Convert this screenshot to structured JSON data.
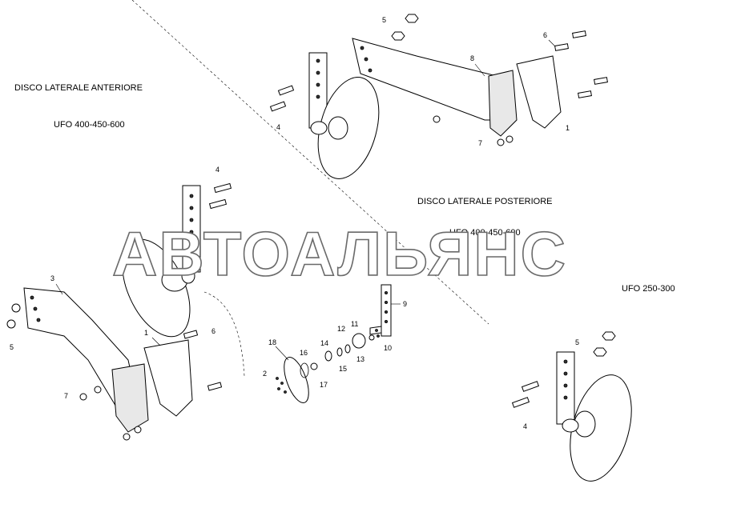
{
  "captions": {
    "front_title": "DISCO LATERALE ANTERIORE",
    "front_models": "UFO 400-450-600",
    "rear_title": "DISCO LATERALE POSTERIORE",
    "rear_models": "UFO 400-450-600",
    "small_models": "UFO 250-300"
  },
  "watermark": "АВТОАЛЬЯНС",
  "callouts": {
    "top": [
      "5",
      "6",
      "8",
      "4",
      "7",
      "1"
    ],
    "left": [
      "4",
      "3",
      "5",
      "1",
      "6",
      "7"
    ],
    "middle": [
      "18",
      "2",
      "16",
      "14",
      "12",
      "11",
      "9",
      "10",
      "13",
      "15",
      "17"
    ],
    "right": [
      "5",
      "4"
    ]
  }
}
